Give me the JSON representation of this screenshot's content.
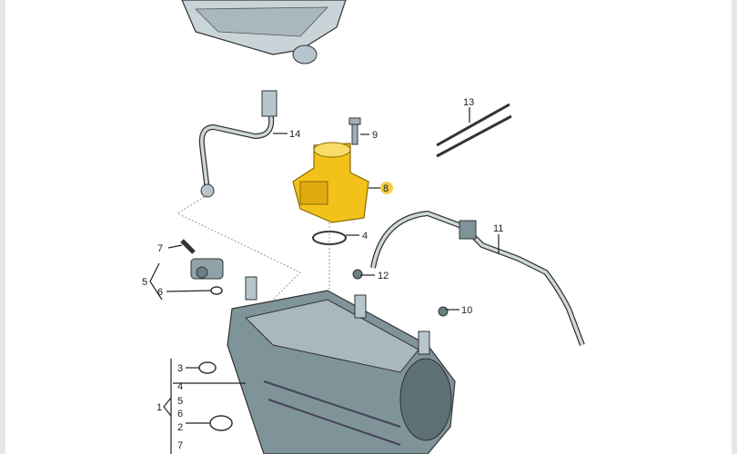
{
  "diagram": {
    "highlight_color": "#f2c21a",
    "part_color": "#b7c6cc",
    "line_color": "#333333",
    "callouts": {
      "p13": "13",
      "p14": "14",
      "p9": "9",
      "p8": "8",
      "p4a": "4",
      "p11": "11",
      "p7a": "7",
      "p5a": "5",
      "p6a": "6",
      "p12": "12",
      "p10": "10",
      "p3": "3",
      "p1": "1",
      "p4b": "4",
      "p5b": "5",
      "p6b": "6",
      "p2": "2",
      "p7b": "7"
    }
  }
}
